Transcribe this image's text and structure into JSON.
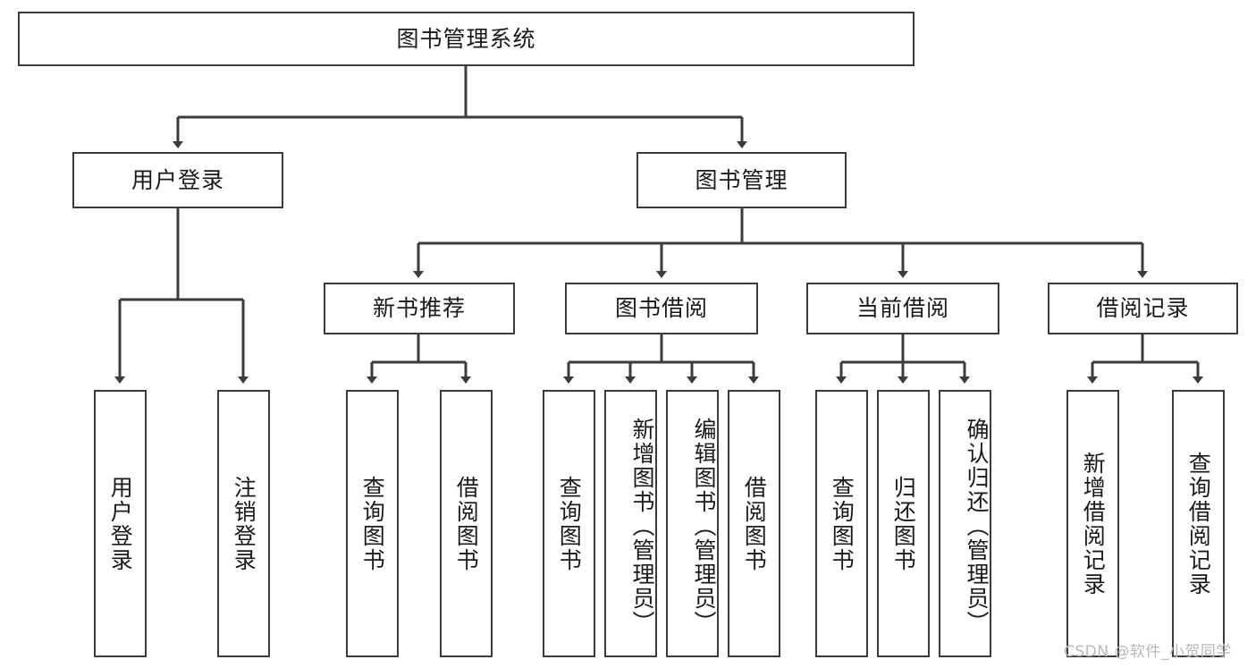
{
  "diagram": {
    "type": "tree",
    "title": "图书管理系统",
    "orientation": "top-down",
    "colors": {
      "box_border": "#3b3b3b",
      "box_fill": "#ffffff",
      "connector": "#3b3b3b",
      "text": "#1a1a1a",
      "watermark": "#b9b9b9",
      "background": "#ffffff"
    },
    "root": {
      "label": "图书管理系统"
    },
    "level2": [
      {
        "label": "用户登录"
      },
      {
        "label": "图书管理"
      }
    ],
    "level3": [
      {
        "label": "新书推荐"
      },
      {
        "label": "图书借阅"
      },
      {
        "label": "当前借阅"
      },
      {
        "label": "借阅记录"
      }
    ],
    "leaves": {
      "user_login": [
        {
          "label": "用户登录"
        },
        {
          "label": "注销登录"
        }
      ],
      "new_book_recommend": [
        {
          "label": "查询图书"
        },
        {
          "label": "借阅图书"
        }
      ],
      "book_borrow": [
        {
          "label": "查询图书"
        },
        {
          "label": "新增图书（管理员）"
        },
        {
          "label": "编辑图书（管理员）"
        },
        {
          "label": "借阅图书"
        }
      ],
      "current_borrow": [
        {
          "label": "查询图书"
        },
        {
          "label": "归还图书"
        },
        {
          "label": "确认归还（管理员）"
        }
      ],
      "borrow_record": [
        {
          "label": "新增借阅记录"
        },
        {
          "label": "查询借阅记录"
        }
      ]
    }
  },
  "watermark": {
    "text": "CSDN @软件_小贺同学"
  }
}
